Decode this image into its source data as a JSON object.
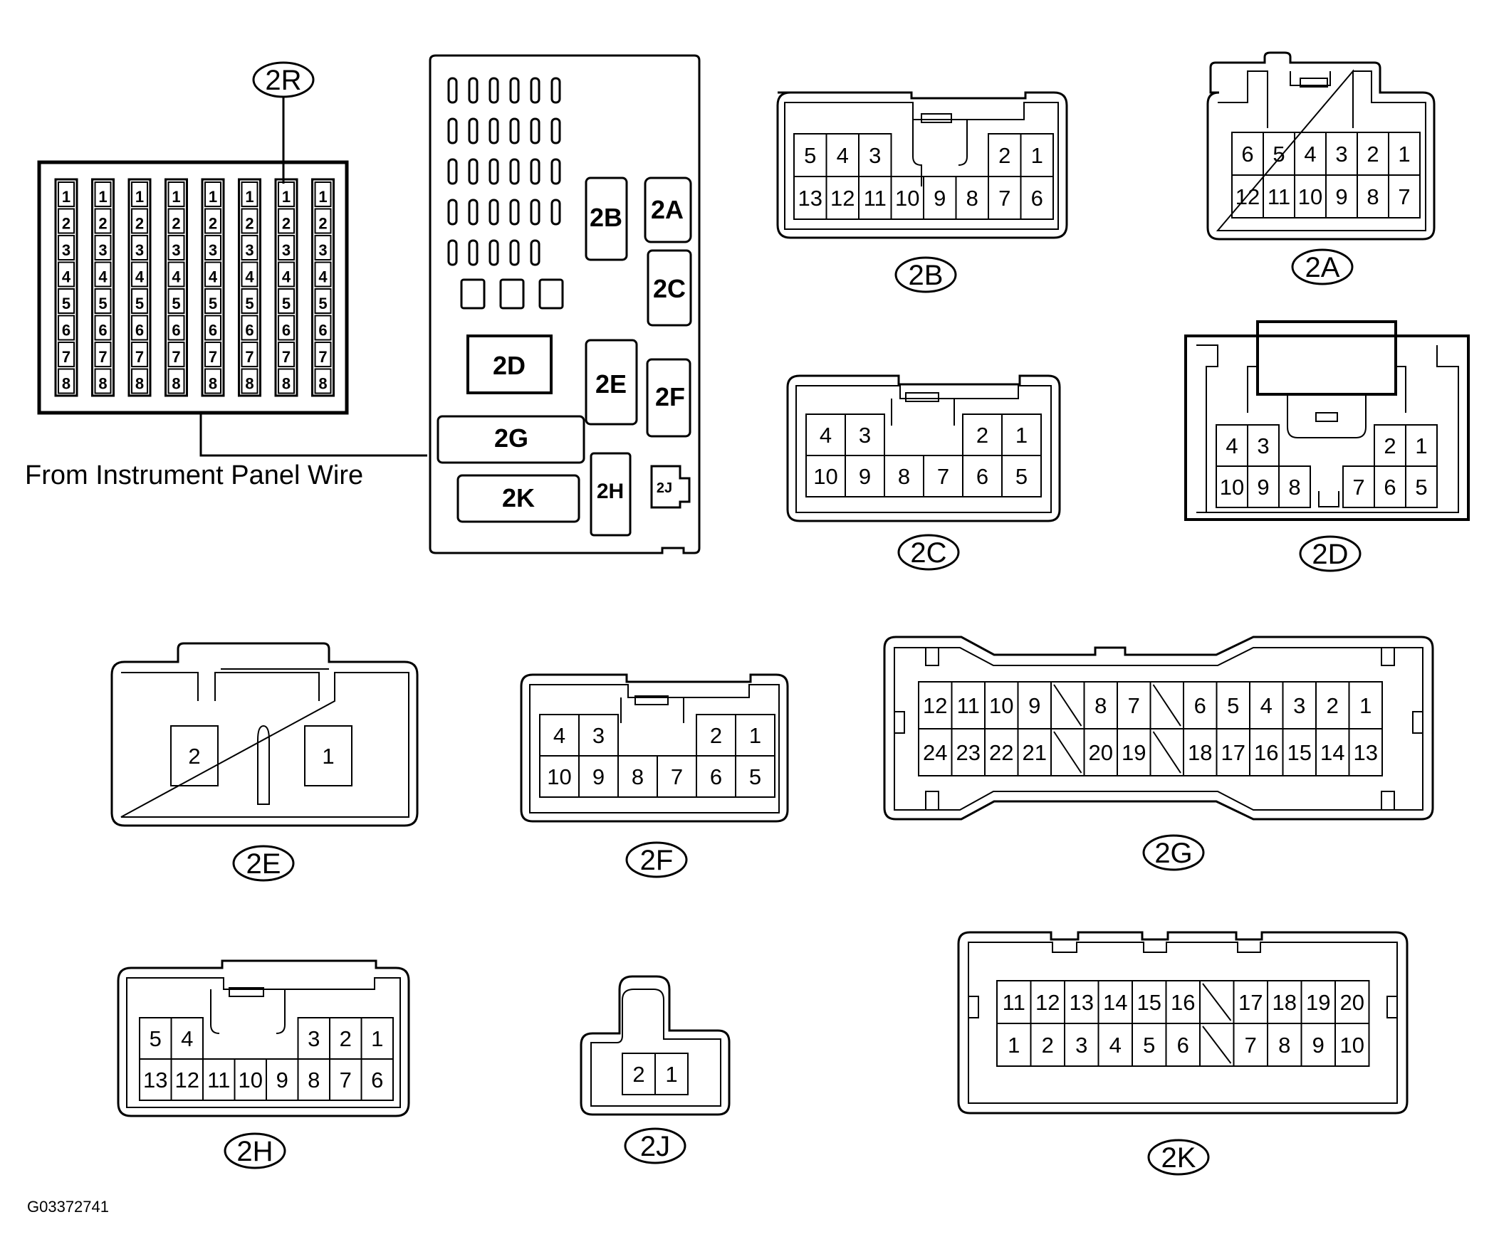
{
  "colors": {
    "ink": "#000000",
    "paper": "#ffffff"
  },
  "labels": {
    "from_wire": "From Instrument Panel Wire",
    "figure_code": "G03372741"
  },
  "connector_2r": {
    "tag": "2R",
    "columns": 8,
    "pins": [
      "1",
      "2",
      "3",
      "4",
      "5",
      "6",
      "7",
      "8"
    ]
  },
  "junction_block": {
    "blocks": [
      "2B",
      "2A",
      "2C",
      "2D",
      "2E",
      "2F",
      "2G",
      "2K",
      "2H",
      "2J"
    ]
  },
  "connectors": {
    "2B": {
      "tag": "2B",
      "top": [
        "5",
        "4",
        "3",
        "2",
        "1"
      ],
      "bottom": [
        "13",
        "12",
        "11",
        "10",
        "9",
        "8",
        "7",
        "6"
      ]
    },
    "2A": {
      "tag": "2A",
      "top": [
        "6",
        "5",
        "4",
        "3",
        "2",
        "1"
      ],
      "bottom": [
        "12",
        "11",
        "10",
        "9",
        "8",
        "7"
      ]
    },
    "2C": {
      "tag": "2C",
      "top": [
        "4",
        "3",
        "2",
        "1"
      ],
      "bottom": [
        "10",
        "9",
        "8",
        "7",
        "6",
        "5"
      ]
    },
    "2D": {
      "tag": "2D",
      "top": [
        "4",
        "3",
        "2",
        "1"
      ],
      "bottom": [
        "10",
        "9",
        "8",
        "7",
        "6",
        "5"
      ]
    },
    "2E": {
      "tag": "2E",
      "pins": [
        "2",
        "1"
      ]
    },
    "2F": {
      "tag": "2F",
      "top": [
        "4",
        "3",
        "2",
        "1"
      ],
      "bottom": [
        "10",
        "9",
        "8",
        "7",
        "6",
        "5"
      ]
    },
    "2G": {
      "tag": "2G",
      "top": [
        "12",
        "11",
        "10",
        "9",
        "",
        "8",
        "7",
        "",
        "6",
        "5",
        "4",
        "3",
        "2",
        "1"
      ],
      "bottom": [
        "24",
        "23",
        "22",
        "21",
        "",
        "20",
        "19",
        "",
        "18",
        "17",
        "16",
        "15",
        "14",
        "13"
      ]
    },
    "2H": {
      "tag": "2H",
      "top": [
        "5",
        "4",
        "3",
        "2",
        "1"
      ],
      "bottom": [
        "13",
        "12",
        "11",
        "10",
        "9",
        "8",
        "7",
        "6"
      ]
    },
    "2J": {
      "tag": "2J",
      "pins": [
        "2",
        "1"
      ]
    },
    "2K": {
      "tag": "2K",
      "top": [
        "11",
        "12",
        "13",
        "14",
        "15",
        "16",
        "",
        "17",
        "18",
        "19",
        "20"
      ],
      "bottom": [
        "1",
        "2",
        "3",
        "4",
        "5",
        "6",
        "",
        "7",
        "8",
        "9",
        "10"
      ]
    }
  }
}
